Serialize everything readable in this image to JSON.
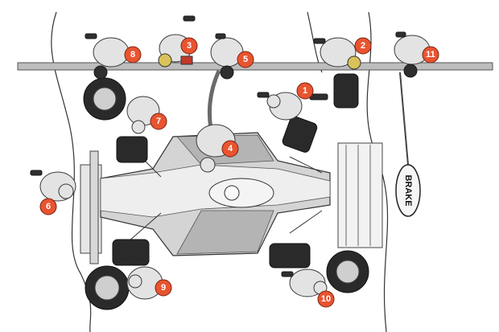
{
  "sign": {
    "text": "BRAKE"
  },
  "crew": [
    {
      "id": "1",
      "label": "1"
    },
    {
      "id": "2",
      "label": "2"
    },
    {
      "id": "3",
      "label": "3"
    },
    {
      "id": "4",
      "label": "4"
    },
    {
      "id": "5",
      "label": "5"
    },
    {
      "id": "6",
      "label": "6"
    },
    {
      "id": "7",
      "label": "7"
    },
    {
      "id": "8",
      "label": "8"
    },
    {
      "id": "9",
      "label": "9"
    },
    {
      "id": "10",
      "label": "10"
    },
    {
      "id": "11",
      "label": "11"
    }
  ],
  "colors": {
    "badge": "#e8542f",
    "car_body": "#c9c9c9",
    "car_shadow": "#a9a9a9",
    "wall": "#b9b9b9"
  }
}
